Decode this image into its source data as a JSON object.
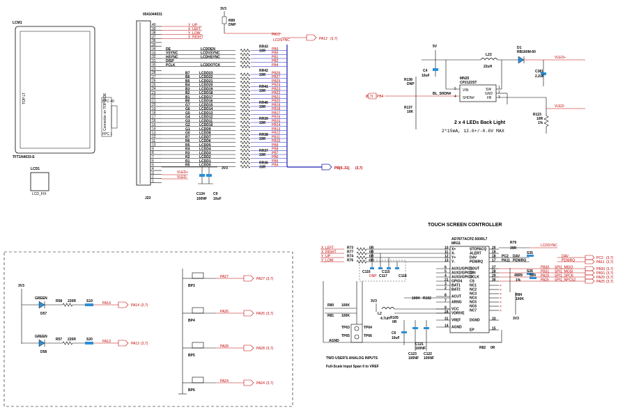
{
  "lcm": {
    "ref": "LCM1",
    "side_text": "TOP LT",
    "part": "TFT1N4633-E",
    "fpc_pin_top": "FPC 40",
    "fpc_mid": "Connector on TOP SIDE",
    "fpc_pin_bottom": "FPC 1"
  },
  "lcd_frame": {
    "ref": "LCD1",
    "part": "LCD_FIX"
  },
  "connector": {
    "part": "0541044031",
    "ref": "J23",
    "pins": [
      "40",
      "39",
      "38",
      "37",
      "36",
      "35",
      "34",
      "33",
      "32",
      "31",
      "30",
      "29",
      "28",
      "27",
      "26",
      "25",
      "24",
      "23",
      "22",
      "21",
      "20",
      "19",
      "18",
      "17",
      "16",
      "15",
      "14",
      "13",
      "12",
      "11",
      "10",
      "9",
      "8",
      "7",
      "6",
      "5",
      "4",
      "3",
      "2",
      "1"
    ]
  },
  "touch_nets": [
    {
      "name": "Y_UP"
    },
    {
      "name": "X_LEFT"
    },
    {
      "name": "Y_LOW"
    },
    {
      "name": "X_RIGHT"
    }
  ],
  "top_power": {
    "label": "3V3",
    "res_ref": "R89",
    "res_val": "DNP"
  },
  "lcd_enable": {
    "net": "PA12",
    "ref": "(3,7)",
    "alt": "LCDSYNC"
  },
  "rgb_bus": {
    "label": "PB[0..31]",
    "ref": "(3,7)"
  },
  "ctrl_signals": [
    {
      "signal": "DE",
      "lcd": "LCDDEN",
      "pb": "PB3"
    },
    {
      "signal": "VSYNC",
      "lcd": "LCDVSYNC",
      "pb": "PB0"
    },
    {
      "signal": "HSYNC",
      "lcd": "LCDHSYNC",
      "pb": "PB1"
    },
    {
      "signal": "DISP",
      "lcd": "",
      "pb": "PB2"
    },
    {
      "signal": "PCLK",
      "lcd": "LCDDOTCK",
      "pb": "PB4"
    }
  ],
  "resistor_arrays": [
    {
      "ref": "RR43",
      "val": "33R"
    },
    {
      "ref": "RR42",
      "val": "33R"
    },
    {
      "ref": "RR41",
      "val": "33R"
    },
    {
      "ref": "RR40",
      "val": "33R"
    },
    {
      "ref": "RR39",
      "val": "33R"
    },
    {
      "ref": "RR38",
      "val": "33R"
    },
    {
      "ref": "RR37",
      "val": "33R"
    },
    {
      "ref": "RR36",
      "val": "33R"
    }
  ],
  "data_lines": [
    {
      "sig": "B7",
      "lcd": "LCDD23",
      "pb": "PB26"
    },
    {
      "sig": "B6",
      "lcd": "LCDD22",
      "pb": "PB27"
    },
    {
      "sig": "B5",
      "lcd": "LCDD21",
      "pb": "PB25"
    },
    {
      "sig": "B4",
      "lcd": "LCDD20",
      "pb": "PB24"
    },
    {
      "sig": "B3",
      "lcd": "LCDD19",
      "pb": "PB23"
    },
    {
      "sig": "B2",
      "lcd": "LCDD18",
      "pb": "PB22"
    },
    {
      "sig": "B1",
      "lcd": "LCDD17",
      "pb": "PB21"
    },
    {
      "sig": "B0",
      "lcd": "LCDD16",
      "pb": "PB20"
    },
    {
      "sig": "G7",
      "lcd": "LCDD15",
      "pb": "PB19"
    },
    {
      "sig": "G6",
      "lcd": "LCDD14",
      "pb": "PB18"
    },
    {
      "sig": "G5",
      "lcd": "LCDD13",
      "pb": "PB17"
    },
    {
      "sig": "G4",
      "lcd": "LCDD12",
      "pb": "PB16"
    },
    {
      "sig": "G3",
      "lcd": "LCDD11",
      "pb": "PB15"
    },
    {
      "sig": "G2",
      "lcd": "LCDD10",
      "pb": "PB14"
    },
    {
      "sig": "G1",
      "lcd": "LCDD9",
      "pb": "PB13"
    },
    {
      "sig": "G0",
      "lcd": "LCDD8",
      "pb": "PB12"
    },
    {
      "sig": "R7",
      "lcd": "LCDD7",
      "pb": "PB11"
    },
    {
      "sig": "R6",
      "lcd": "LCDD6",
      "pb": "PB10"
    },
    {
      "sig": "R5",
      "lcd": "LCDD5",
      "pb": "PB9"
    },
    {
      "sig": "R4",
      "lcd": "LCDD4",
      "pb": "PB8"
    },
    {
      "sig": "R3",
      "lcd": "LCDD3",
      "pb": "PB7"
    },
    {
      "sig": "R2",
      "lcd": "LCDD2",
      "pb": "PB6"
    },
    {
      "sig": "R1",
      "lcd": "LCDD1",
      "pb": "PB5"
    },
    {
      "sig": "R0",
      "lcd": "LCDD0",
      "pb": "PB4"
    }
  ],
  "conn_power": {
    "net": "3V3",
    "vled_pos": "VLED+",
    "vled_neg": "VLED-"
  },
  "decouple": [
    {
      "ref": "C134",
      "val": "100NF"
    },
    {
      "ref": "C9",
      "val": "10uF"
    }
  ],
  "backlight": {
    "vin": "5V",
    "c4_ref": "C4",
    "c4_val": "10uF",
    "l_ref": "L23",
    "l_val": "22uH",
    "d_ref": "D1",
    "d_part": "RB160M-60",
    "c_out_ref": "C381",
    "c_out_val": "2.2uF",
    "vled_pos": "VLED+",
    "vled_neg": "VLED-",
    "ic_ref": "MN25",
    "ic_part": "CP2122ST",
    "ic_pins_left": [
      "VIN",
      "SHDN#"
    ],
    "ic_pins_right": [
      "SW",
      "GND",
      "FB"
    ],
    "ic_pin_nums": [
      "5",
      "4",
      "1",
      "2",
      "3"
    ],
    "ctrl_ref": "(3,7)",
    "ctrl_net": "PB4",
    "ctrl_sig": "BL_SHDN#",
    "r138_ref": "R138",
    "r138_val": "DNP",
    "r137_ref": "R137",
    "r137_val": "10K",
    "r123_ref": "R123",
    "r123_val": "10R",
    "r123_tol": "1%",
    "note_title": "2 x 4 LEDs Back Light",
    "note_spec": "2*15mA, 12.6+/-0.6V MAX"
  },
  "touch": {
    "title": "TOUCH SCREEN CONTROLLER",
    "ic_part": "AD7877ACPZ-500RL7",
    "ic_ref": "MN11",
    "left_pins": [
      {
        "num": "10",
        "name": "X+"
      },
      {
        "num": "11",
        "name": "X-"
      },
      {
        "num": "12",
        "name": "Y+"
      },
      {
        "num": "13",
        "name": "Y-"
      },
      {
        "num": "6",
        "name": "AUX1/GPIO1"
      },
      {
        "num": "5",
        "name": "AUX2/GPIO2"
      },
      {
        "num": "4",
        "name": "AUX3/GPIO3"
      },
      {
        "num": "21",
        "name": "GPIO4"
      },
      {
        "num": "3",
        "name": "BAT1"
      },
      {
        "num": "2",
        "name": "BAT2"
      },
      {
        "num": "8",
        "name": "ACUT"
      },
      {
        "num": "7",
        "name": "ARNG"
      },
      {
        "num": "9",
        "name": "VCC"
      },
      {
        "num": "24",
        "name": "VDRIVE"
      },
      {
        "num": "31",
        "name": "VREF"
      },
      {
        "num": "14",
        "name": "AGND"
      }
    ],
    "right_pins": [
      {
        "num": "20",
        "name": "STOPACQ"
      },
      {
        "num": "19",
        "name": "ALERT"
      },
      {
        "num": "18",
        "name": "DAV"
      },
      {
        "num": "17",
        "name": "PENIRQ"
      },
      {
        "num": "27",
        "name": "DOUT"
      },
      {
        "num": "28",
        "name": "DIN"
      },
      {
        "num": "29",
        "name": "DCLK"
      },
      {
        "num": "30",
        "name": "CS"
      },
      {
        "num": "",
        "name": "NC1"
      },
      {
        "num": "",
        "name": "NC2"
      },
      {
        "num": "",
        "name": "NC3"
      },
      {
        "num": "",
        "name": "NC4"
      },
      {
        "num": "",
        "name": "NC5"
      },
      {
        "num": "",
        "name": "NC6"
      },
      {
        "num": "",
        "name": "NC7"
      },
      {
        "num": "33",
        "name": "DGND"
      },
      {
        "num": "15",
        "name": "EP"
      }
    ],
    "input_nets": [
      {
        "name": "X_LEFT",
        "ref": "R73",
        "val": "0R"
      },
      {
        "name": "X_RIGHT",
        "ref": "R77",
        "val": "0R"
      },
      {
        "name": "Y_UP",
        "ref": "R74",
        "val": "0R"
      },
      {
        "name": "Y_LOW",
        "ref": "R76",
        "val": "0R"
      }
    ],
    "filter_caps": [
      "C116",
      "C115",
      "C117",
      "C118"
    ],
    "dnp_text": "DNP",
    "r79": {
      "ref": "R79",
      "val": "39R"
    },
    "lcdsync": "LCDSYNC",
    "irq_outputs": [
      {
        "pc": "PC2",
        "sig": "DAV",
        "net": "PC2",
        "ref": "(3,7)"
      },
      {
        "pc": "PA11",
        "sig": "PENIRQ",
        "net": "PA11",
        "ref": "(3,7)"
      }
    ],
    "spi_outputs": [
      {
        "net": "PB30",
        "sig": "SPI1_MISO",
        "ref": "(3,7)"
      },
      {
        "net": "PB31",
        "sig": "SPI1_MOSI",
        "ref": "(3,7)"
      },
      {
        "net": "PA29",
        "sig": "SPI1_SPCK",
        "ref": "(3,7)"
      },
      {
        "net": "PA25",
        "sig": "SPI1_NPCS2",
        "ref": "(3,7)"
      }
    ],
    "solder_jumpers": [
      "S35",
      "S26",
      "S24"
    ],
    "r_misc": [
      {
        "ref": "49R9",
        "val": "1%"
      },
      {
        "ref": "R84",
        "val": "100K"
      },
      {
        "ref": "R80",
        "val": "100K"
      },
      {
        "ref": "R81",
        "val": "100K"
      },
      {
        "ref": "R102",
        "val": "100K"
      },
      {
        "ref": "R105",
        "val": "0R"
      },
      {
        "ref": "R82",
        "val": "0R"
      }
    ],
    "l2": {
      "ref": "L2",
      "val": "4.7uH"
    },
    "c_misc": [
      {
        "ref": "C6",
        "val": "10uF"
      },
      {
        "ref": "C121",
        "val": "100NF"
      },
      {
        "ref": "C123",
        "val": "100NF"
      },
      {
        "ref": "C122",
        "val": "100NF"
      }
    ],
    "tp": [
      "TP63",
      "TP64",
      "TP65",
      "TP66"
    ],
    "supply": "3V3",
    "agnd": "AGND",
    "note1": "TWO USER'S ANALOG INPUTS",
    "note2": "Full-Scale Input Span 0 to VREF"
  },
  "leds": [
    {
      "color": "GREEN",
      "ref": "D57",
      "r_ref": "R58",
      "r_val": "220R",
      "s": "S19",
      "net": "PA14",
      "netref": "(3,7)"
    },
    {
      "color": "GREEN",
      "ref": "D58",
      "r_ref": "R57",
      "r_val": "220R",
      "s": "S20",
      "net": "PA13",
      "netref": "(3,7)"
    }
  ],
  "led_supply": "3V3",
  "buttons": [
    {
      "ref": "BP3",
      "net": "PA27",
      "netref": "(3,7)"
    },
    {
      "ref": "BP4",
      "net": "PA26",
      "netref": "(3,7)"
    },
    {
      "ref": "BP5",
      "net": "PA28",
      "netref": "(3,7)"
    },
    {
      "ref": "BP6",
      "net": "PA24",
      "netref": "(3,7)"
    }
  ]
}
